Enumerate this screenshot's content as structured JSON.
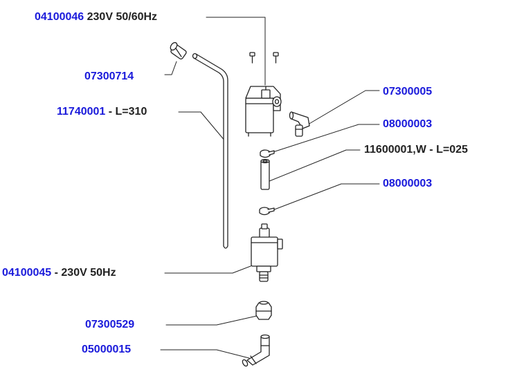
{
  "colors": {
    "part_code": "#1a1adb",
    "text": "#222222",
    "line": "#222222",
    "part_fill": "#ffffff"
  },
  "callouts": {
    "valve_top": {
      "code": "04100046",
      "desc": " 230V 50/60Hz"
    },
    "fitting_top": {
      "code": "07300714",
      "desc": ""
    },
    "tube": {
      "code": "11740001",
      "desc": " - L=310"
    },
    "elbow_right": {
      "code": "07300005",
      "desc": ""
    },
    "clamp_1": {
      "code": "08000003",
      "desc": ""
    },
    "hose": {
      "code": "11600001,W - L=025",
      "desc": ""
    },
    "clamp_2": {
      "code": "08000003",
      "desc": ""
    },
    "valve_bottom": {
      "code": "04100045",
      "desc": " - 230V 50Hz"
    },
    "nut": {
      "code": "07300529",
      "desc": ""
    },
    "elbow_bottom": {
      "code": "05000015",
      "desc": ""
    }
  },
  "icons": [
    "solenoid-valve-icon",
    "screw-icon",
    "fitting-icon",
    "tube-icon",
    "elbow-icon",
    "clamp-icon",
    "hose-icon",
    "nut-icon"
  ]
}
